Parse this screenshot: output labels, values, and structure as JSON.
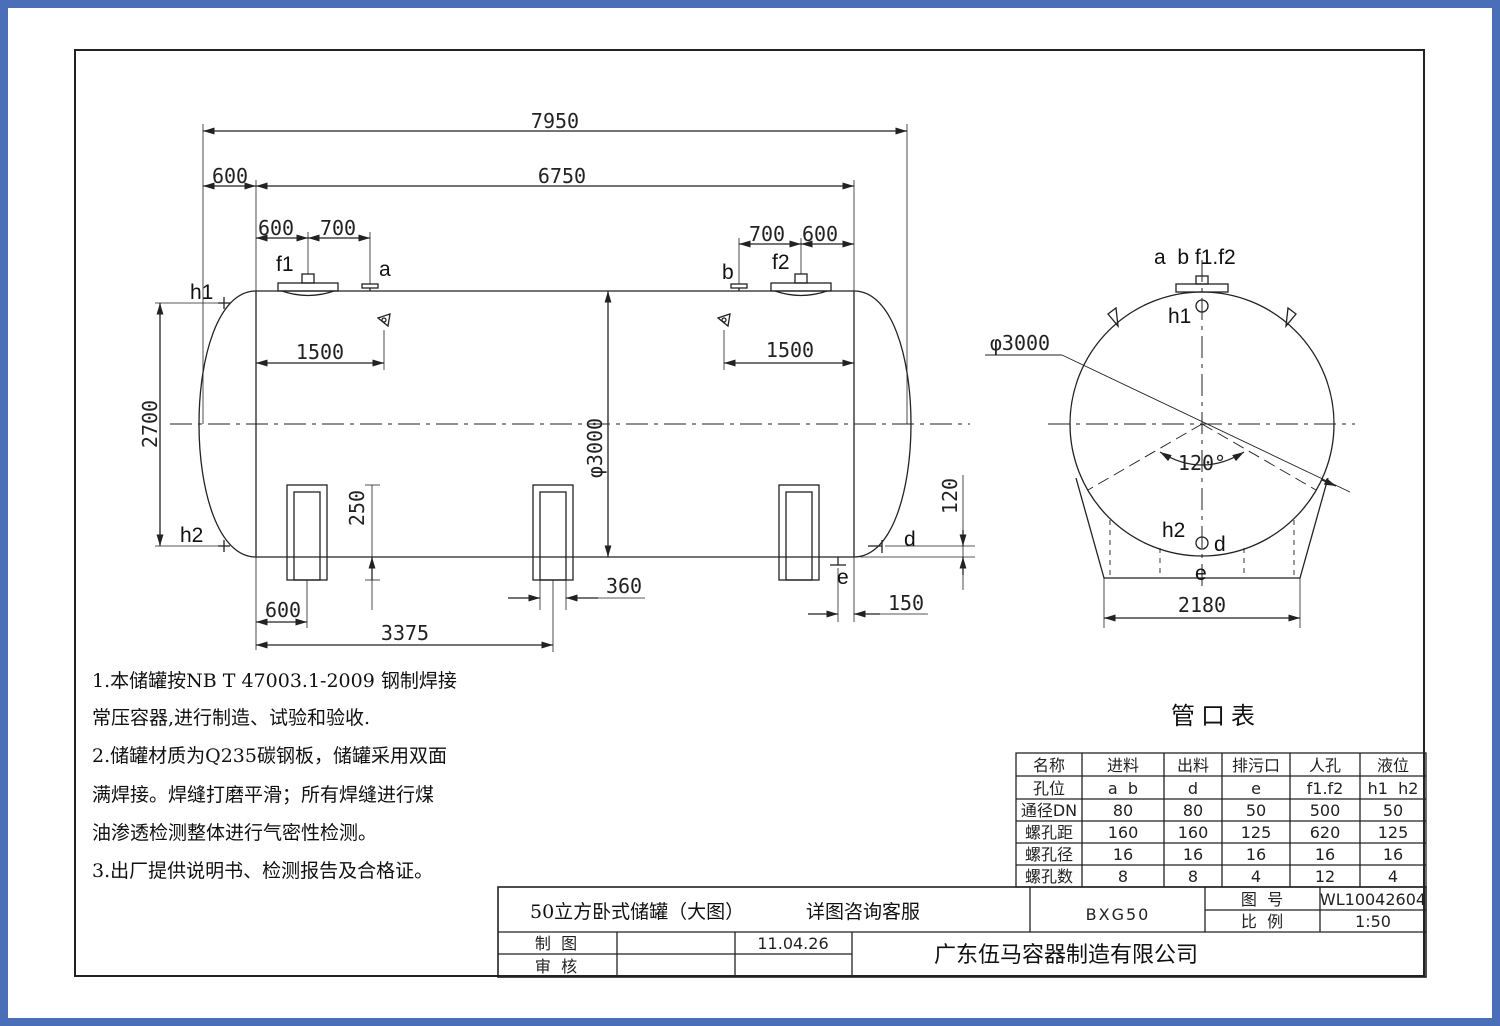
{
  "dimensions": {
    "total_length": "7950",
    "body_length": "6750",
    "head_offset": "600",
    "f1_from_left": "600",
    "a_from_f1": "700",
    "b_to_f2": "700",
    "f2_to_right": "600",
    "lug_left": "1500",
    "lug_right": "1500",
    "height_h": "2700",
    "diameter": "φ3000",
    "saddle_height": "250",
    "d_height": "120",
    "saddle_width": "360",
    "saddle_from_left": "600",
    "saddle_spacing": "3375",
    "e_offset": "150",
    "side_diameter": "φ3000",
    "saddle_angle": "120°",
    "saddle_base": "2180"
  },
  "labels": {
    "h1": "h1",
    "h2": "h2",
    "f1": "f1",
    "f2": "f2",
    "a": "a",
    "b": "b",
    "d": "d",
    "e": "e",
    "side_top": "a  b f1.f2",
    "side_h1": "h1",
    "side_h2": "h2",
    "side_d": "d",
    "side_e": "e"
  },
  "notes": [
    "1.本储罐按NB T 47003.1-2009 钢制焊接",
    "常压容器,进行制造、试验和验收.",
    "2.储罐材质为Q235碳钢板，储罐采用双面",
    "满焊接。焊缝打磨平滑；所有焊缝进行煤",
    "油渗透检测整体进行气密性检测。",
    "3.出厂提供说明书、检测报告及合格证。"
  ],
  "nozzle_table": {
    "title": "管口表",
    "header": [
      "名称",
      "进料",
      "出料",
      "排污口",
      "人孔",
      "液位"
    ],
    "rows": [
      [
        "孔位",
        "a  b",
        "d",
        "e",
        "f1.f2",
        "h1  h2"
      ],
      [
        "通径DN",
        "80",
        "80",
        "50",
        "500",
        "50"
      ],
      [
        "螺孔距",
        "160",
        "160",
        "125",
        "620",
        "125"
      ],
      [
        "螺孔径",
        "16",
        "16",
        "16",
        "16",
        "16"
      ],
      [
        "螺孔数",
        "8",
        "8",
        "4",
        "12",
        "4"
      ]
    ]
  },
  "title_block": {
    "drawing_title": "50立方卧式储罐（大图）",
    "consult": "详图咨询客服",
    "code": "BXG50",
    "drawing_no_label": "图  号",
    "drawing_no": "WL10042604",
    "scale_label": "比  例",
    "scale": "1:50",
    "drawn_label": "制  图",
    "checked_label": "审  核",
    "date": "11.04.26",
    "company": "广东伍马容器制造有限公司"
  }
}
